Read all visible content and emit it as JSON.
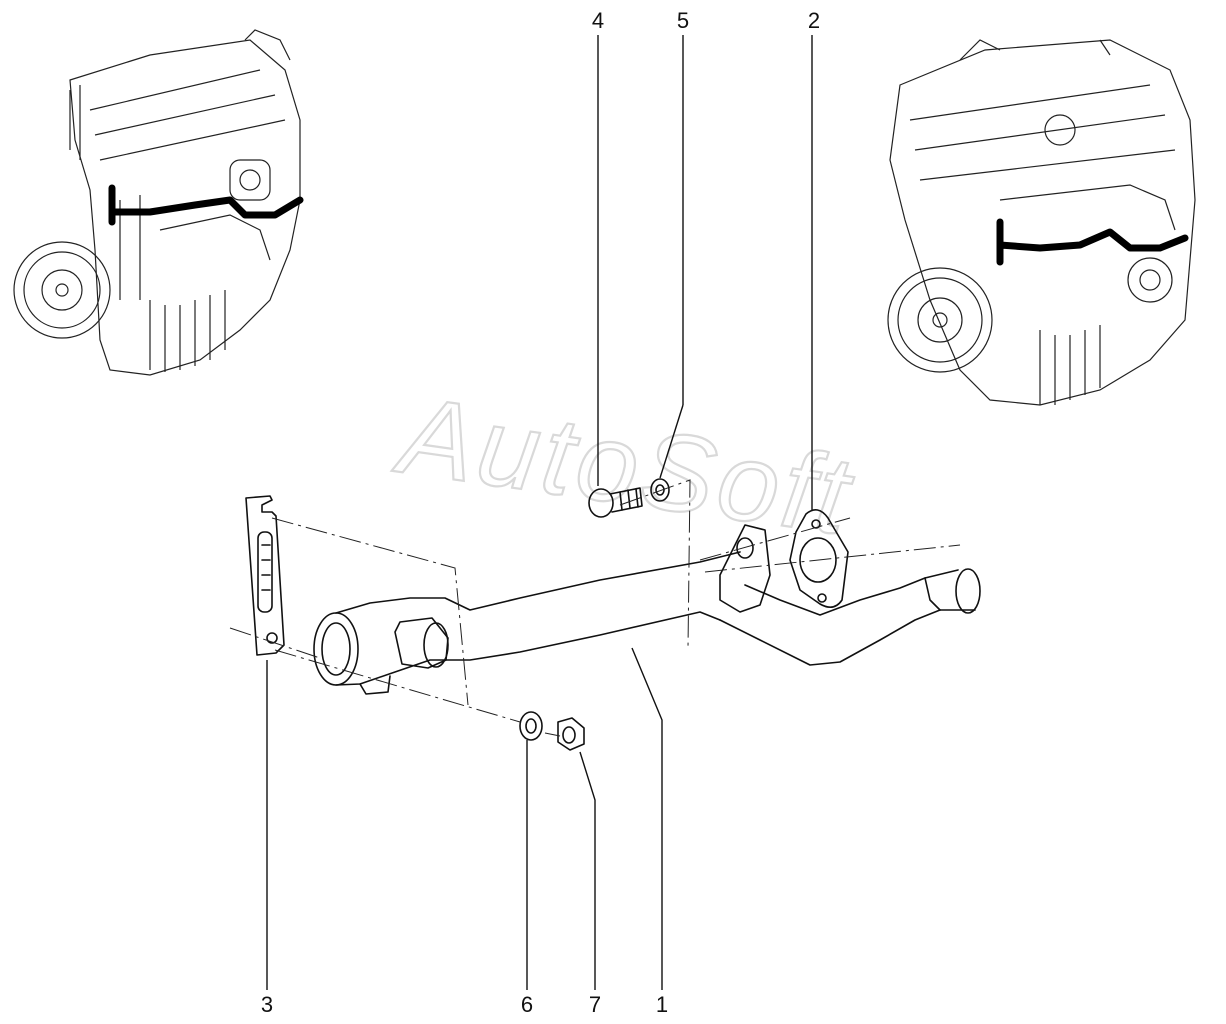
{
  "watermark": "AutoSoft",
  "callouts": {
    "n1": "1",
    "n2": "2",
    "n3": "3",
    "n4": "4",
    "n5": "5",
    "n6": "6",
    "n7": "7"
  },
  "colors": {
    "line": "#111111",
    "dash": "#222222",
    "watermark": "#d9d9d9",
    "hose_highlight": "#000000"
  }
}
